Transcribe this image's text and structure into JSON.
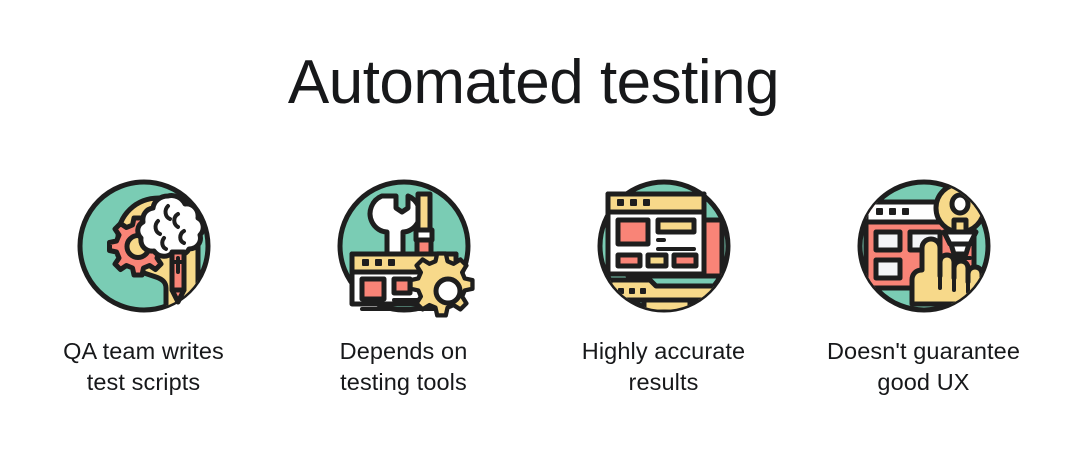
{
  "header": {
    "title": "Automated testing"
  },
  "palette": {
    "teal": "#7ACCB4",
    "salmon": "#F98477",
    "yellow": "#F7D98A",
    "yellow_deep": "#F6CF7A",
    "white": "#FFFFFF",
    "offwhite": "#F4F5F7",
    "stroke": "#1E1E1E",
    "text": "#17181A",
    "background": "#FFFFFF"
  },
  "cards": [
    {
      "icon_name": "head-gear-brain-pencil-icon",
      "icon_parts": [
        "teal-circle",
        "head-profile",
        "gear",
        "brain-cloud",
        "pencil"
      ],
      "caption": "QA team writes\ntest scripts"
    },
    {
      "icon_name": "wrench-screwdriver-browser-gear-icon",
      "icon_parts": [
        "teal-circle",
        "wrench",
        "screwdriver",
        "browser-window",
        "gear"
      ],
      "caption": "Depends on\ntesting tools"
    },
    {
      "icon_name": "browser-window-monitor-icon",
      "icon_parts": [
        "teal-circle",
        "monitor",
        "browser-window"
      ],
      "caption": "Highly accurate\nresults"
    },
    {
      "icon_name": "browser-hand-lightbulb-icon",
      "icon_parts": [
        "teal-circle",
        "browser-window",
        "lightbulb",
        "pointing-hand"
      ],
      "caption": "Doesn't guarantee\ngood UX"
    }
  ]
}
